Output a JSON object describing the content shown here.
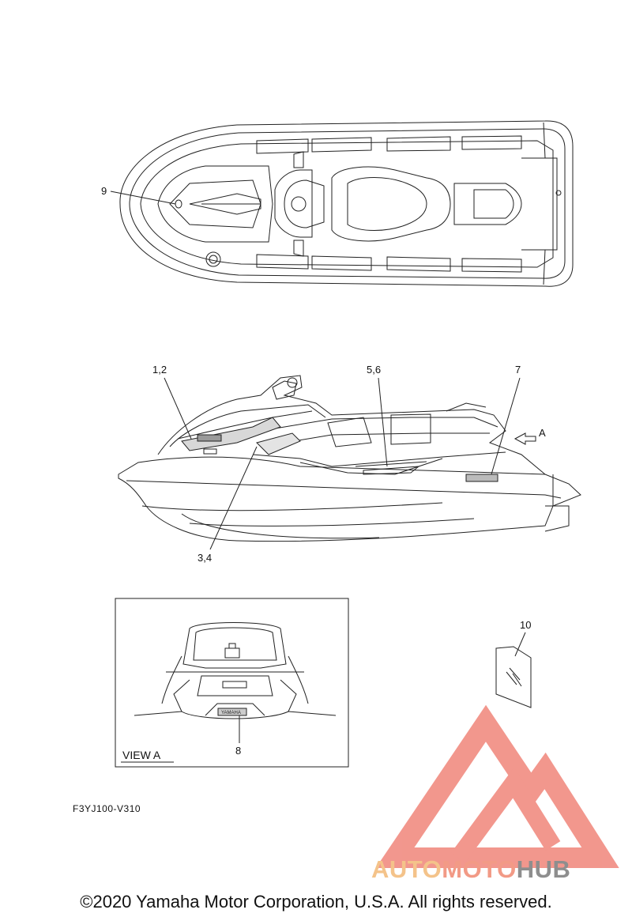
{
  "callouts": {
    "c9": "9",
    "c12": "1,2",
    "c56": "5,6",
    "c7": "7",
    "cA": "A",
    "c34": "3,4",
    "c10": "10",
    "c8": "8"
  },
  "view_label": "VIEW A",
  "decal_text": "YAMAHA",
  "diagram_code": "F3YJ100-V310",
  "watermark": {
    "part1": "AUTO",
    "part2": "MOTO",
    "part3": "HUB",
    "colors": {
      "auto": "#f4c38a",
      "moto": "#f29a86",
      "hub": "#8e8e8e",
      "logo": "#f0857a"
    }
  },
  "copyright": "©2020 Yamaha Motor Corporation, U.S.A. All rights reserved."
}
